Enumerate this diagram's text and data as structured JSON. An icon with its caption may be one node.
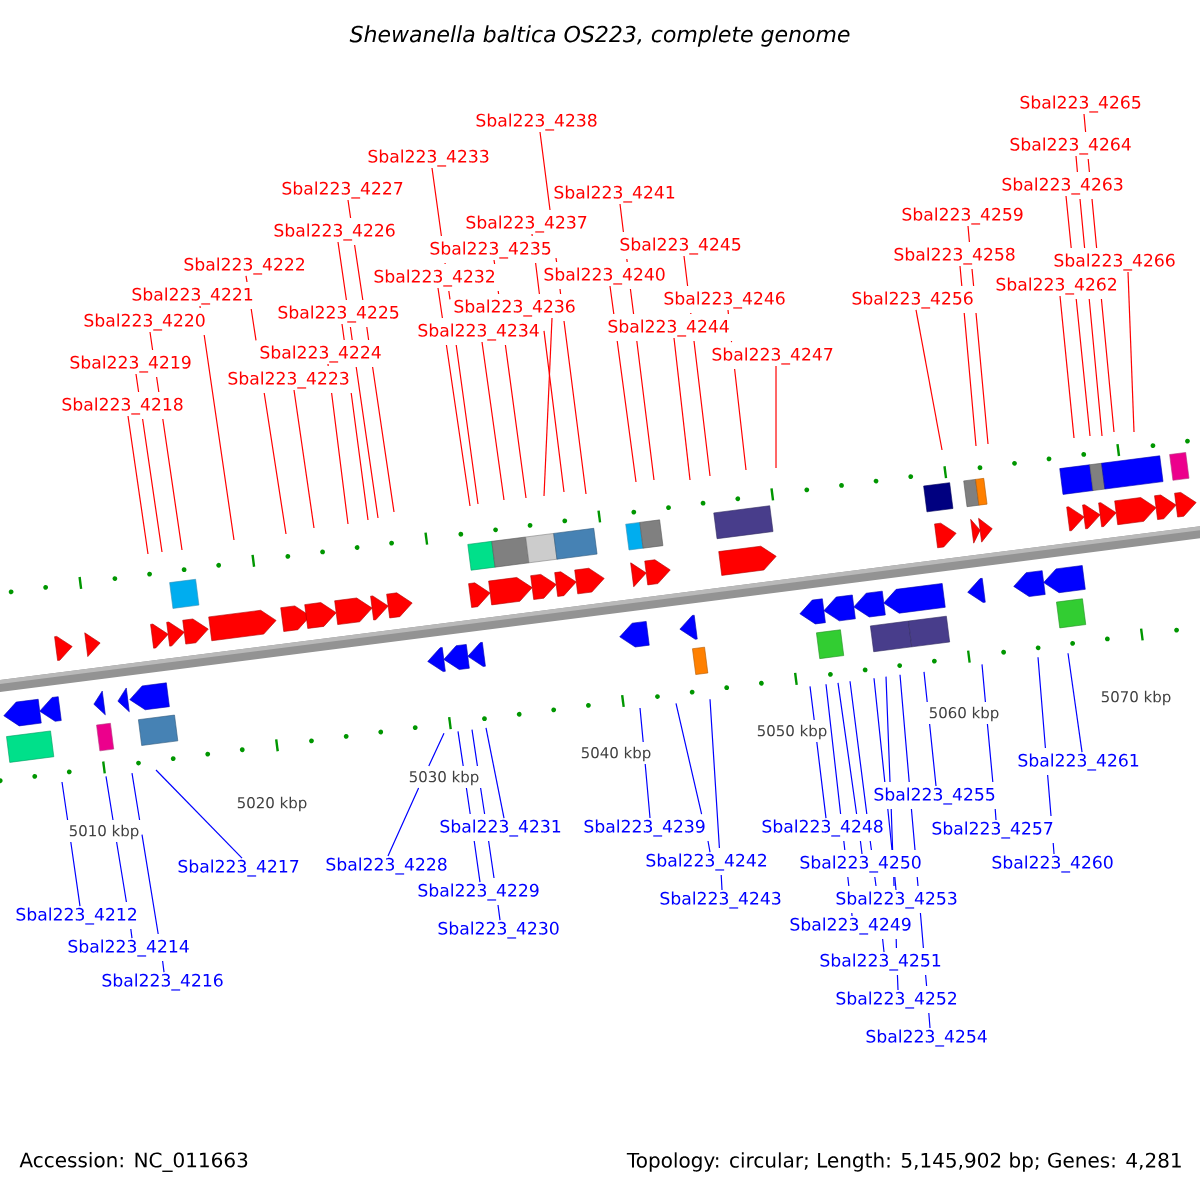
{
  "diagram": {
    "title": "Shewanella baltica OS223, complete genome",
    "nodes": [
      {
        "text": [
          "Sbal223_4212"
        ]
      },
      {
        "text": [
          "Sbal223_4214"
        ]
      },
      {
        "text": [
          "Sbal223_4216"
        ]
      },
      {
        "text": [
          "Sbal223_4217"
        ]
      },
      {
        "text": [
          "Sbal223_4218"
        ]
      },
      {
        "text": [
          "Sbal223_4219"
        ]
      },
      {
        "text": [
          "Sbal223_4220"
        ]
      },
      {
        "text": [
          "Sbal223_4221"
        ]
      },
      {
        "text": [
          "Sbal223_4222"
        ]
      },
      {
        "text": [
          "Sbal223_4223"
        ]
      },
      {
        "text": [
          "Sbal223_4224"
        ]
      },
      {
        "text": [
          "Sbal223_4225"
        ]
      },
      {
        "text": [
          "Sbal223_4226"
        ]
      },
      {
        "text": [
          "Sbal223_4227"
        ]
      },
      {
        "text": [
          "Sbal223_4228"
        ]
      },
      {
        "text": [
          "Sbal223_4229"
        ]
      },
      {
        "text": [
          "Sbal223_4230"
        ]
      },
      {
        "text": [
          "Sbal223_4231"
        ]
      },
      {
        "text": [
          "Sbal223_4232"
        ]
      },
      {
        "text": [
          "Sbal223_4233"
        ]
      },
      {
        "text": [
          "Sbal223_4234"
        ]
      },
      {
        "text": [
          "Sbal223_4235"
        ]
      },
      {
        "text": [
          "Sbal223_4236"
        ]
      },
      {
        "text": [
          "Sbal223_4237"
        ]
      },
      {
        "text": [
          "Sbal223_4238"
        ]
      },
      {
        "text": [
          "Sbal223_4239"
        ]
      },
      {
        "text": [
          "Sbal223_4240"
        ]
      },
      {
        "text": [
          "Sbal223_4241"
        ]
      },
      {
        "text": [
          "Sbal223_4242"
        ]
      },
      {
        "text": [
          "Sbal223_4243"
        ]
      },
      {
        "text": [
          "Sbal223_4244"
        ]
      },
      {
        "text": [
          "Sbal223_4245"
        ]
      },
      {
        "text": [
          "Sbal223_4246"
        ]
      },
      {
        "text": [
          "Sbal223_4247"
        ]
      },
      {
        "text": [
          "Sbal223_4248"
        ]
      },
      {
        "text": [
          "Sbal223_4249"
        ]
      },
      {
        "text": [
          "Sbal223_4250"
        ]
      },
      {
        "text": [
          "Sbal223_4251"
        ]
      },
      {
        "text": [
          "Sbal223_4252"
        ]
      },
      {
        "text": [
          "Sbal223_4253"
        ]
      },
      {
        "text": [
          "Sbal223_4254"
        ]
      },
      {
        "text": [
          "Sbal223_4255"
        ]
      },
      {
        "text": [
          "Sbal223_4256"
        ]
      },
      {
        "text": [
          "Sbal223_4257"
        ]
      },
      {
        "text": [
          "Sbal223_4258"
        ]
      },
      {
        "text": [
          "Sbal223_4259"
        ]
      },
      {
        "text": [
          "Sbal223_4260"
        ]
      },
      {
        "text": [
          "Sbal223_4261"
        ]
      },
      {
        "text": [
          "Sbal223_4262"
        ]
      },
      {
        "text": [
          "Sbal223_4263"
        ]
      },
      {
        "text": [
          "Sbal223_4264"
        ]
      },
      {
        "text": [
          "Sbal223_4265"
        ]
      },
      {
        "text": [
          "Sbal223_4266"
        ]
      }
    ],
    "edges": [
      {
        "from": 0,
        "to": null,
        "arrow": "none",
        "color": "#0000ff"
      },
      {
        "from": 1,
        "to": null,
        "arrow": "none",
        "color": "#0000ff"
      },
      {
        "from": 2,
        "to": null,
        "arrow": "none",
        "color": "#0000ff"
      },
      {
        "from": 3,
        "to": null,
        "arrow": "none",
        "color": "#0000ff"
      },
      {
        "from": 4,
        "to": null,
        "arrow": "none"
      },
      {
        "from": 5,
        "to": null,
        "arrow": "none"
      },
      {
        "from": 6,
        "to": null,
        "arrow": "none"
      },
      {
        "from": 7,
        "to": null,
        "arrow": "none"
      },
      {
        "from": 8,
        "to": null,
        "arrow": "none"
      },
      {
        "from": 9,
        "to": null,
        "arrow": "none"
      },
      {
        "from": 10,
        "to": null,
        "arrow": "none"
      },
      {
        "from": 11,
        "to": null,
        "arrow": "none"
      },
      {
        "from": 12,
        "to": null,
        "arrow": "none"
      },
      {
        "from": 13,
        "to": null,
        "arrow": "none"
      },
      {
        "from": 14,
        "to": null,
        "arrow": "none",
        "color": "#0000ff"
      },
      {
        "from": 15,
        "to": null,
        "arrow": "none",
        "color": "#0000ff"
      },
      {
        "from": 16,
        "to": null,
        "arrow": "none",
        "color": "#0000ff"
      },
      {
        "from": 17,
        "to": null,
        "arrow": "none",
        "color": "#0000ff"
      },
      {
        "from": 18,
        "to": null,
        "arrow": "none"
      },
      {
        "from": 19,
        "to": null,
        "arrow": "none"
      },
      {
        "from": 20,
        "to": null,
        "arrow": "none"
      },
      {
        "from": 21,
        "to": null,
        "arrow": "none"
      },
      {
        "from": 22,
        "to": null,
        "arrow": "none"
      },
      {
        "from": 23,
        "to": null,
        "arrow": "none"
      },
      {
        "from": 24,
        "to": null,
        "arrow": "none"
      },
      {
        "from": 25,
        "to": null,
        "arrow": "none",
        "color": "#0000ff"
      },
      {
        "from": 26,
        "to": null,
        "arrow": "none"
      },
      {
        "from": 27,
        "to": null,
        "arrow": "none"
      },
      {
        "from": 28,
        "to": null,
        "arrow": "none",
        "color": "#0000ff"
      },
      {
        "from": 29,
        "to": null,
        "arrow": "none",
        "color": "#0000ff"
      },
      {
        "from": 30,
        "to": null,
        "arrow": "none"
      },
      {
        "from": 31,
        "to": null,
        "arrow": "none"
      },
      {
        "from": 32,
        "to": null,
        "arrow": "none"
      },
      {
        "from": 33,
        "to": null,
        "arrow": "none"
      },
      {
        "from": 34,
        "to": null,
        "arrow": "none",
        "color": "#0000ff"
      },
      {
        "from": 35,
        "to": null,
        "arrow": "none",
        "color": "#0000ff"
      },
      {
        "from": 36,
        "to": null,
        "arrow": "none",
        "color": "#0000ff"
      },
      {
        "from": 37,
        "to": null,
        "arrow": "none",
        "color": "#0000ff"
      },
      {
        "from": 38,
        "to": null,
        "arrow": "none",
        "color": "#0000ff"
      },
      {
        "from": 39,
        "to": null,
        "arrow": "none",
        "color": "#0000ff"
      },
      {
        "from": 40,
        "to": null,
        "arrow": "none",
        "color": "#0000ff"
      },
      {
        "from": 41,
        "to": null,
        "arrow": "none",
        "color": "#0000ff"
      },
      {
        "from": 42,
        "to": null,
        "arrow": "none"
      },
      {
        "from": 43,
        "to": null,
        "arrow": "none",
        "color": "#0000ff"
      },
      {
        "from": 44,
        "to": null,
        "arrow": "none"
      },
      {
        "from": 45,
        "to": null,
        "arrow": "none"
      },
      {
        "from": 46,
        "to": null,
        "arrow": "none",
        "color": "#0000ff"
      },
      {
        "from": 47,
        "to": null,
        "arrow": "none",
        "color": "#0000ff"
      },
      {
        "from": 48,
        "to": null,
        "arrow": "none"
      },
      {
        "from": 49,
        "to": null,
        "arrow": "none"
      },
      {
        "from": 50,
        "to": null,
        "arrow": "none"
      },
      {
        "from": 51,
        "to": null,
        "arrow": "none"
      },
      {
        "from": 52,
        "to": null,
        "arrow": "none"
      }
    ],
    "labels": [
      "5010 kbp",
      "5020 kbp",
      "5030 kbp",
      "5040 kbp",
      "5050 kbp",
      "5060 kbp",
      "5070 kbp",
      "Accession: NC_011663",
      "Topology: circular; Length: 5,145,902 bp; Genes: 4,281"
    ]
  }
}
